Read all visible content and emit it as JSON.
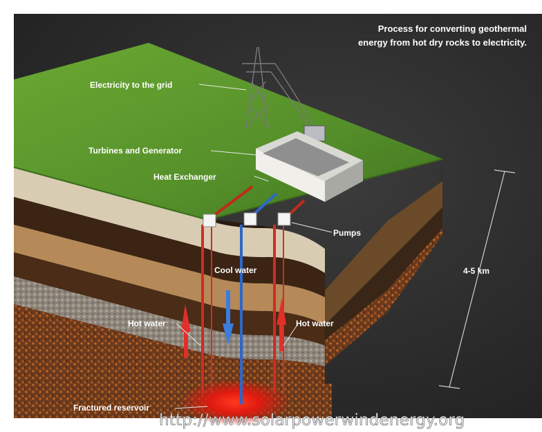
{
  "title": {
    "line1": "Process for converting geothermal",
    "line2": "energy from hot dry rocks to electricity."
  },
  "labels": {
    "electricity": "Electricity to the grid",
    "turbines": "Turbines and Generator",
    "heat_exchanger": "Heat Exchanger",
    "pumps": "Pumps",
    "cool_water": "Cool water",
    "hot_water_left": "Hot water",
    "hot_water_right": "Hot water",
    "depth": "4-5 km",
    "reservoir": "Fractured reservoir"
  },
  "watermark": "http://www.solarpowerwindenergy.org",
  "colors": {
    "background": "#2b2b2b",
    "grass": "#5f9a2a",
    "hot_pipe": "#d42a22",
    "cool_pipe": "#2d67c9",
    "reservoir_glow": "#ff2a1a"
  }
}
